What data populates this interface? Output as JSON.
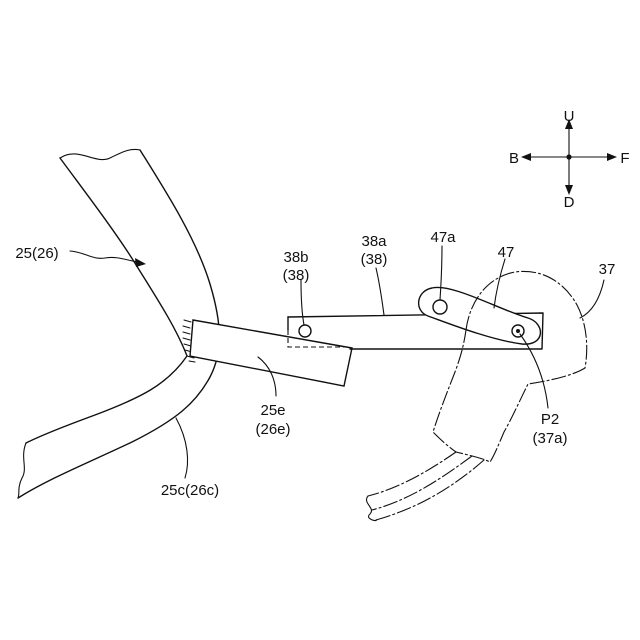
{
  "labels": {
    "frame": "25(26)",
    "frame_curve": "25c(26c)",
    "bracket_a_main": "38a",
    "bracket_a_paren": "(38)",
    "bracket_b_main": "38b",
    "bracket_b_paren": "(38)",
    "link_pin": "47a",
    "link": "47",
    "unit": "37",
    "bracket_end_main": "25e",
    "bracket_end_paren": "(26e)",
    "pivot_main": "P2",
    "pivot_paren": "(37a)"
  },
  "compass": {
    "up": "U",
    "down": "D",
    "back": "B",
    "front": "F"
  }
}
